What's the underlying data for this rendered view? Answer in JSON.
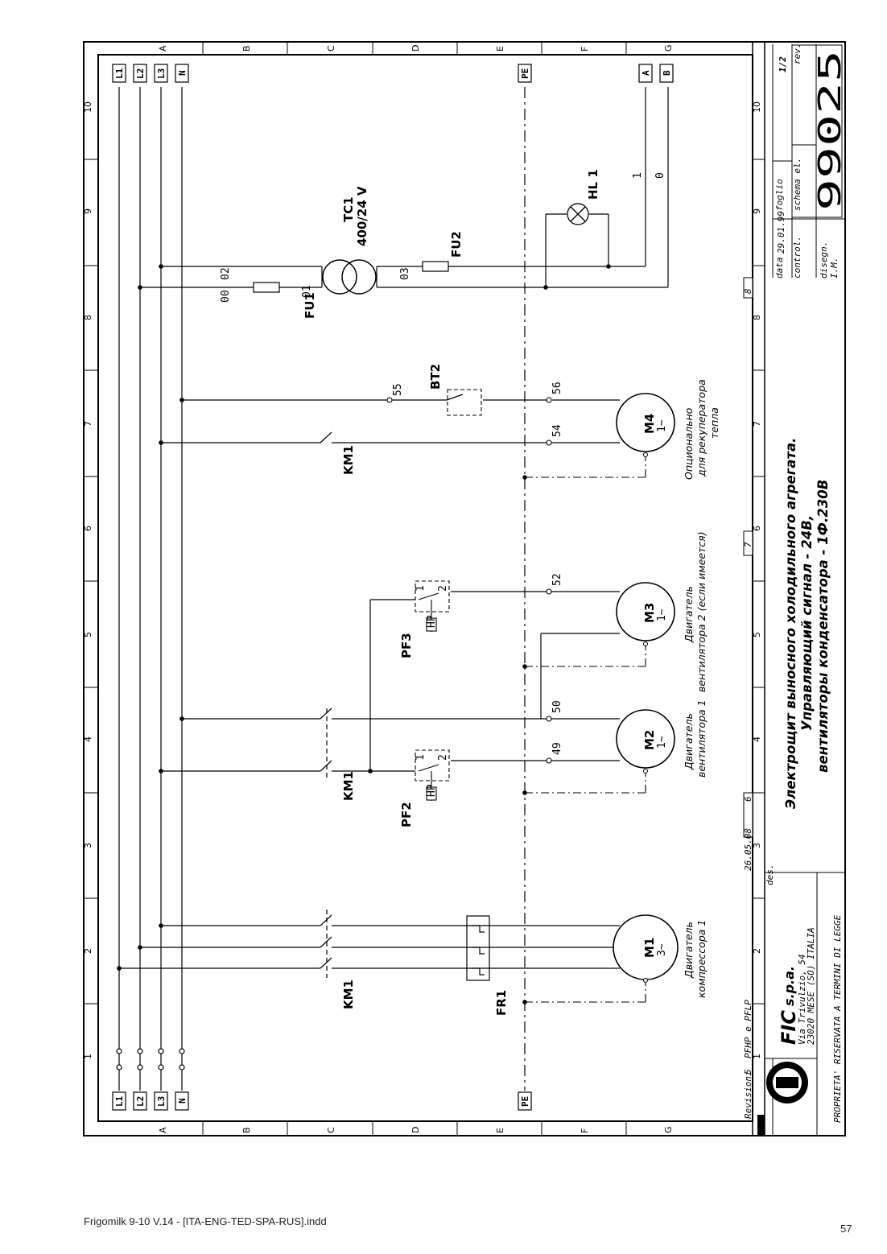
{
  "grid": {
    "numbers": [
      "1",
      "2",
      "3",
      "4",
      "5",
      "6",
      "7",
      "8",
      "9",
      "10"
    ],
    "letters": [
      "A",
      "B",
      "C",
      "D",
      "E",
      "F",
      "G"
    ]
  },
  "buses": {
    "L1": "L1",
    "L2": "L2",
    "L3": "L3",
    "N": "N",
    "PE": "PE",
    "A": "A",
    "B": "B"
  },
  "components": {
    "km1": "KM1",
    "fr1": "FR1",
    "pf2": "PF2",
    "pf3": "PF3",
    "bt2": "BT2",
    "fu1": "FU1",
    "fu2": "FU2",
    "tc1": "TC1",
    "tc1_rating": "400/24  V",
    "hl1": "HL 1",
    "hp": "HP",
    "m1": "M1",
    "m1_phase": "3~",
    "m2": "M2",
    "m2_phase": "1~",
    "m3": "M3",
    "m3_phase": "1~",
    "m4": "M4",
    "m4_phase": "1~"
  },
  "wires": {
    "w00": "00",
    "w01": "01",
    "w02": "02",
    "w03": "03",
    "w1": "1",
    "w0": "0",
    "w49": "49",
    "w50": "50",
    "w52": "52",
    "w54": "54",
    "w55": "55",
    "w56": "56",
    "p1": "1",
    "p2": "2"
  },
  "captions": {
    "m1_a": "Двигатель",
    "m1_b": "компрессора 1",
    "m2_a": "Двигатель",
    "m2_b": "вентилятора 1",
    "m3_a": "Двигатель",
    "m3_b": "вентилятора 2 (если имеется)",
    "m4_a": "Опционально",
    "m4_b": "для рекуператора",
    "m4_c": "тепла"
  },
  "title_block": {
    "title_1": "Электрощит выносного холодильного агрегата.",
    "title_2": "Управляющий сигнал - 24В,",
    "title_3": "вентиляторы конденсатора - 1Ф.230В",
    "company": "FIC",
    "company_suffix": "s.p.a.",
    "address_1": "Via Trivulzio, 54",
    "address_2": "23020 MESE (SO) ITALIA",
    "property": "PROPRIETA' RISERVATA A TERMINI DI LEGGE",
    "des": "des.",
    "revisioni": "Revisioni",
    "rev_number": "5",
    "rev_text": "PFHP e PFLP",
    "rev_date": "26.05.08",
    "box_6": "6",
    "box_7": "7",
    "box_8": "8",
    "data_label": "data",
    "date": "29.01.99",
    "foglio_label": "foglio",
    "sheet": "1/2",
    "control_label": "control.",
    "schema_label": "schema el.",
    "rev_label": "rev.",
    "disegn_label": "disegn.",
    "disegn_value": "I.M.",
    "drawing_number": "99025"
  },
  "footer": {
    "document": "Frigomilk 9-10 V.14 - [ITA-ENG-TED-SPA-RUS].indd",
    "page": "57"
  },
  "colors": {
    "ink": "#000000",
    "paper": "#ffffff"
  }
}
